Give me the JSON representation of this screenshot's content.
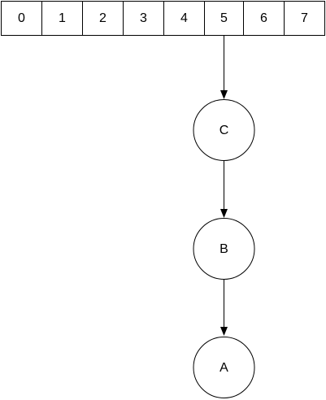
{
  "array": {
    "cells": [
      "0",
      "1",
      "2",
      "3",
      "4",
      "5",
      "6",
      "7"
    ]
  },
  "nodes": [
    {
      "id": "C",
      "label": "C"
    },
    {
      "id": "B",
      "label": "B"
    },
    {
      "id": "A",
      "label": "A"
    }
  ],
  "edges": [
    {
      "from": "cell-5",
      "to": "C"
    },
    {
      "from": "C",
      "to": "B"
    },
    {
      "from": "B",
      "to": "A"
    }
  ],
  "colors": {
    "stroke": "#000000",
    "fill": "#ffffff",
    "text": "#000000"
  }
}
